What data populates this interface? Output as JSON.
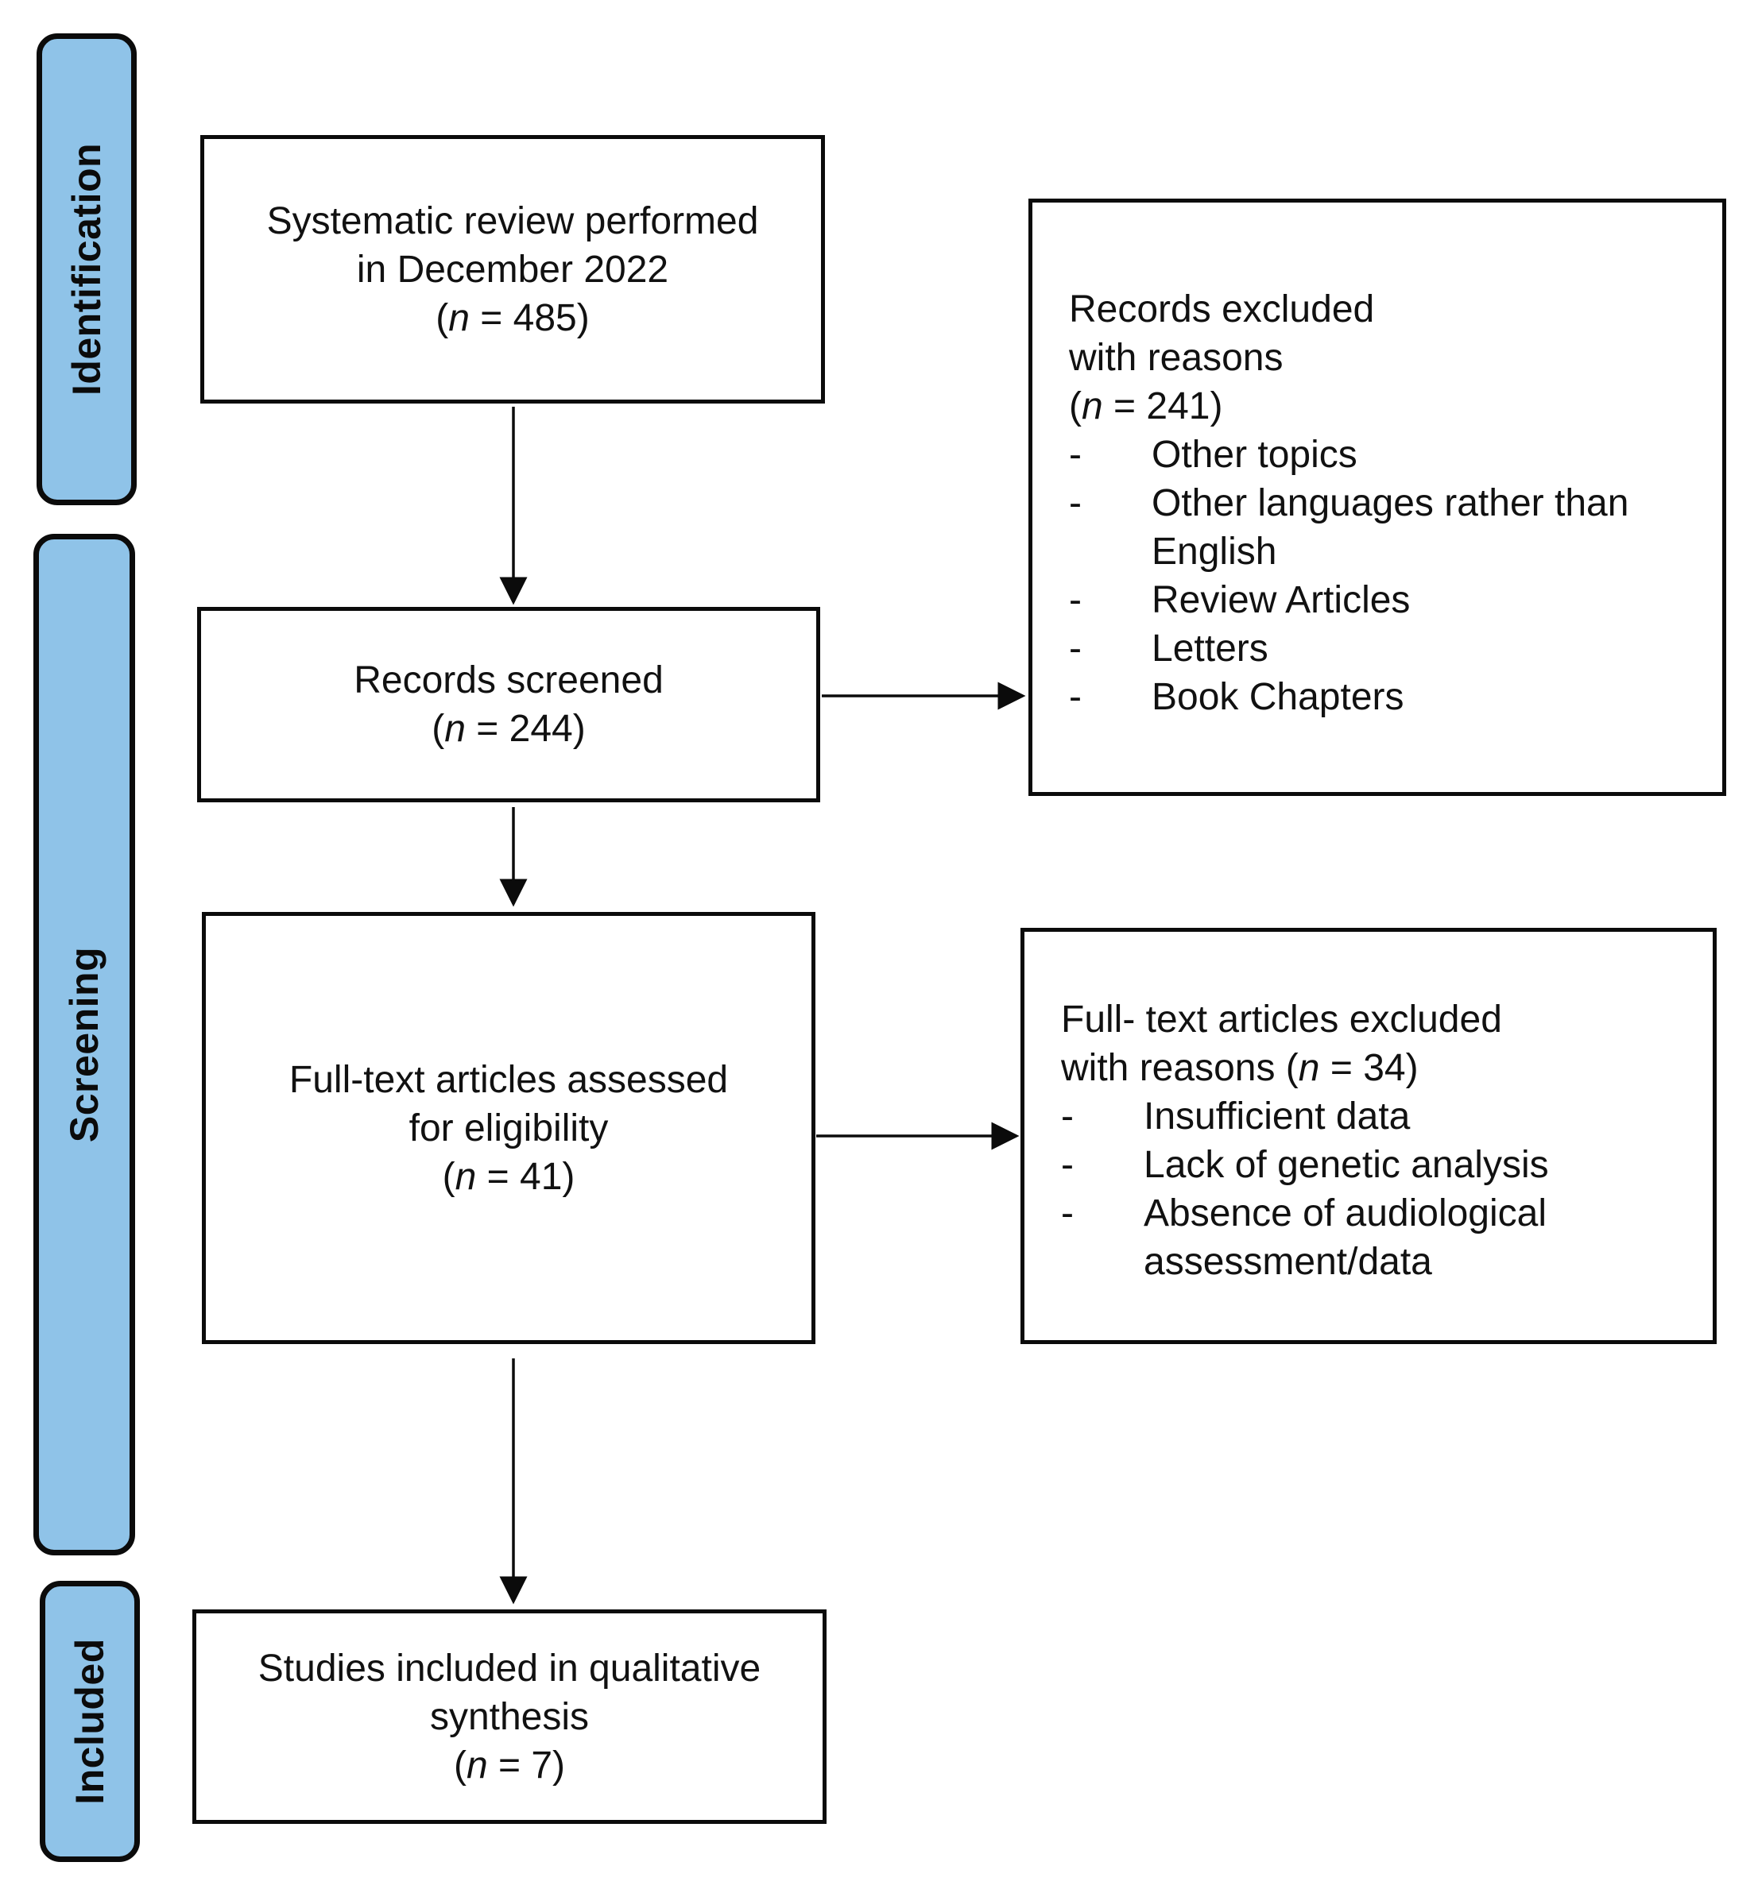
{
  "phases": {
    "identification": "Identification",
    "screening": "Screening",
    "included": "Included"
  },
  "boxes": {
    "identified": {
      "line1": "Systematic review performed",
      "line2": "in December 2022",
      "n_open": "(",
      "n_var": "n",
      "n_rest": " = 485)"
    },
    "screened": {
      "line1": "Records screened",
      "n_open": "(",
      "n_var": "n",
      "n_rest": " = 244)"
    },
    "excluded_records": {
      "line1": "Records excluded",
      "line2": "with reasons",
      "n_open": "(",
      "n_var": "n",
      "n_rest": " = 241)",
      "items": [
        {
          "dash": "-",
          "text": "Other topics"
        },
        {
          "dash": "-",
          "text": "Other languages rather than English"
        },
        {
          "dash": "-",
          "text": "Review Articles"
        },
        {
          "dash": "-",
          "text": "Letters"
        },
        {
          "dash": "-",
          "text": "Book Chapters"
        }
      ]
    },
    "eligibility": {
      "line1": "Full-text articles assessed",
      "line2": "for eligibility",
      "n_open": "(",
      "n_var": "n",
      "n_rest": " = 41)"
    },
    "excluded_fulltext": {
      "line1": "Full- text articles excluded",
      "line2_prefix": "with reasons (",
      "n_var": "n",
      "n_rest": " = 34)",
      "items": [
        {
          "dash": "-",
          "text": "Insufficient data"
        },
        {
          "dash": "-",
          "text": "Lack of genetic analysis"
        },
        {
          "dash": "-",
          "text": "Absence of audiological assessment/data"
        }
      ]
    },
    "included": {
      "line1": "Studies included in qualitative",
      "line2": "synthesis",
      "n_open": "(",
      "n_var": "n",
      "n_rest": " = 7)"
    }
  },
  "colors": {
    "phase_fill": "#8fc3e8",
    "stroke": "#0b0b0b"
  }
}
